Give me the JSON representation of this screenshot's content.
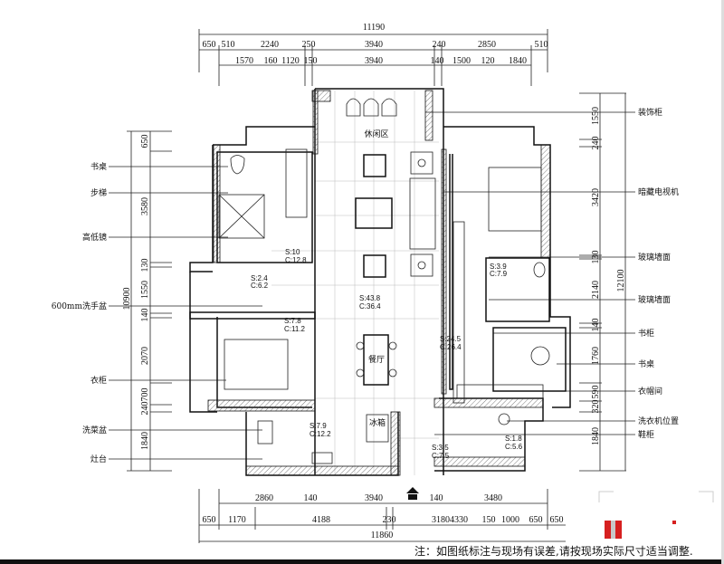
{
  "title_dims": {
    "top_total": "11190",
    "top_row1": [
      "650",
      "510",
      "2240",
      "250",
      "3940",
      "240",
      "2850",
      "510"
    ],
    "top_row2": [
      "1570",
      "160",
      "1120",
      "150",
      "3940",
      "140",
      "1500",
      "120",
      "1840"
    ],
    "bottom_row1": [
      "2860",
      "140",
      "3940",
      "140",
      "3480"
    ],
    "bottom_row2": [
      "650",
      "1170",
      "4188",
      "230",
      "31804330",
      "150",
      "1000",
      "650",
      "650"
    ],
    "bottom_total": "11860",
    "left": [
      "650",
      "3580",
      "130",
      "1550",
      "140",
      "2070",
      "700",
      "240",
      "1840"
    ],
    "left_total": "10900",
    "right": [
      "1550",
      "240",
      "3420",
      "130",
      "2140",
      "140",
      "1760",
      "590",
      "320",
      "1840"
    ],
    "right_total": "12100"
  },
  "left_labels": [
    "书桌",
    "步梯",
    "高低镜",
    "600mm洗手盆",
    "衣柜",
    "洗菜盆",
    "灶台"
  ],
  "right_labels": [
    "装饰柜",
    "暗藏电视机",
    "玻璃墙面",
    "玻璃墙面",
    "书柜",
    "书桌",
    "衣帽间",
    "洗衣机位置",
    "鞋柜"
  ],
  "rooms": {
    "leisure": "休闲区",
    "dining": "餐厅",
    "fridge": "冰箱"
  },
  "areas": [
    {
      "s": "S:10",
      "c": "C:12.8"
    },
    {
      "s": "S:2.4",
      "c": "C:6.2"
    },
    {
      "s": "S:7.8",
      "c": "C:11.2"
    },
    {
      "s": "S:43.8",
      "c": "C:36.4"
    },
    {
      "s": "S:3.9",
      "c": "C:7.9"
    },
    {
      "s": "S:24.5",
      "c": "C:26.4"
    },
    {
      "s": "S:7.9",
      "c": "C:12.2"
    },
    {
      "s": "S:3.5",
      "c": "C:7.5"
    },
    {
      "s": "S:1.8",
      "c": "C:5.6"
    }
  ],
  "note": "注：如图纸标注与现场有误差,请按现场实际尺寸适当调整.",
  "colors": {
    "logo_red": "#d62020",
    "logo_gray": "#c8c8c8"
  }
}
